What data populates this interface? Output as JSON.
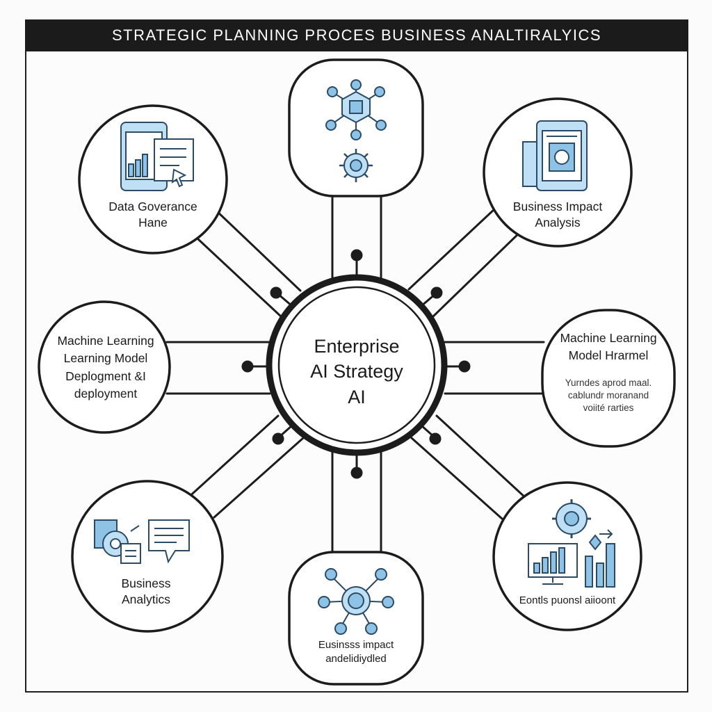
{
  "title": "STRATEGIC PLANNING PROCES  BUSINESS ANALTIRALYICS",
  "center": {
    "lines": [
      "Enterprise",
      "AI Strategy",
      "AI"
    ]
  },
  "nodes": {
    "top_left": {
      "lines": [
        "Data Goverance",
        "Hane"
      ],
      "icon": "tablet-chart-document-icon"
    },
    "top": {
      "lines": [],
      "icon": "network-hub-gear-icon"
    },
    "top_right": {
      "lines": [
        "Business Impact",
        "Analysis"
      ],
      "icon": "tablet-document-icon"
    },
    "left": {
      "lines": [
        "Machine Learning",
        "Learning Model",
        "Deplogment &I",
        "deployment"
      ]
    },
    "right": {
      "lines": [
        "Machine Learning",
        "Model Hrarmel"
      ],
      "sub_lines": [
        "Yurndes aprod maal.",
        "cablundr moranand",
        "voiité rarties"
      ]
    },
    "bottom_left": {
      "lines": [
        "Business",
        "Analytics"
      ],
      "icon": "gear-chat-document-icon"
    },
    "bottom": {
      "lines": [
        "Eusinsss impact",
        "andelidiydled"
      ],
      "icon": "network-molecule-icon"
    },
    "bottom_right": {
      "lines": [
        "Eontls puonsl aiioont"
      ],
      "icon": "gear-monitor-bar-chart-icon"
    }
  },
  "colors": {
    "accent": "#8ec3e6",
    "ink": "#1c1c1c",
    "banner": "#1b1b1b"
  }
}
